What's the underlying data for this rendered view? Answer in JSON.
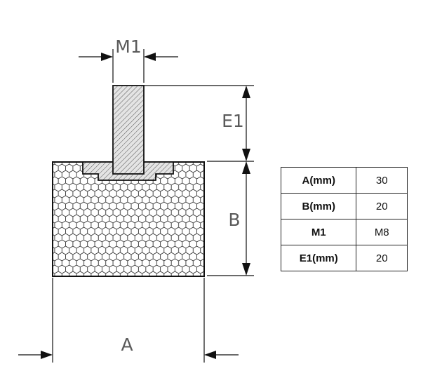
{
  "dimensions": {
    "m1": "M1",
    "e1": "E1",
    "b": "B",
    "a": "A"
  },
  "spec_table": {
    "rows": [
      {
        "key": "A(mm)",
        "value": "30"
      },
      {
        "key": "B(mm)",
        "value": "20"
      },
      {
        "key": "M1",
        "value": "M8"
      },
      {
        "key": "E1(mm)",
        "value": "20"
      }
    ]
  },
  "colors": {
    "line": "#111111",
    "hatch_fill": "#e0e0e0",
    "rubber_fill": "#ffffff",
    "label": "#5a5a5a"
  }
}
